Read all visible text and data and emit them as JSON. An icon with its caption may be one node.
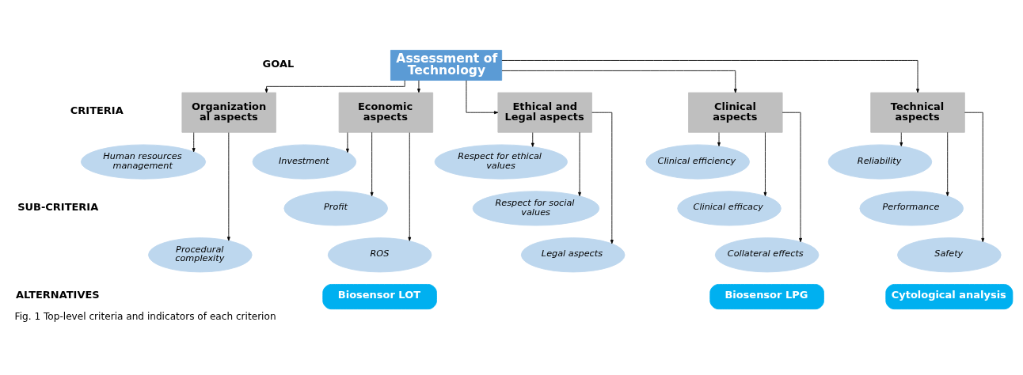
{
  "diagram": {
    "caption": "Fig. 1 Top-level criteria and indicators of each criterion",
    "nodes": [
      {
        "text": [
          "Assessment of Technology"
        ]
      },
      {
        "text": [
          "Technical aspects"
        ]
      },
      {
        "text": [
          "Organization al aspects"
        ]
      },
      {
        "text": [
          "Economic aspects"
        ]
      },
      {
        "text": [
          "Ethical and Legal aspects"
        ]
      },
      {
        "text": [
          "Clinical aspects"
        ]
      },
      {
        "text": [
          "Reliability"
        ]
      },
      {
        "text": [
          "Performance"
        ]
      },
      {
        "text": [
          "Safety"
        ]
      },
      {
        "text": [
          "Human resources management"
        ]
      },
      {
        "text": [
          "Procedural complexity"
        ]
      },
      {
        "text": [
          "Investment"
        ]
      },
      {
        "text": [
          "Profit"
        ]
      },
      {
        "text": [
          "ROS"
        ]
      },
      {
        "text": [
          "Respect for ethical values"
        ]
      },
      {
        "text": [
          "Respect for social values"
        ]
      },
      {
        "text": [
          "Legal aspects"
        ]
      },
      {
        "text": [
          "Clinical efficiency"
        ]
      },
      {
        "text": [
          "Clinical efficacy"
        ]
      },
      {
        "text": [
          "Collateral effects"
        ]
      },
      {
        "text": [
          "Cytological analysis"
        ]
      },
      {
        "text": [
          "Biosensor LOT"
        ]
      },
      {
        "text": [
          "Biosensor LPG"
        ]
      }
    ],
    "edges": [
      {
        "from": 0,
        "to": 1,
        "arrow": "to"
      },
      {
        "from": 0,
        "to": 2,
        "arrow": "to"
      },
      {
        "from": 0,
        "to": 3,
        "arrow": "to"
      },
      {
        "from": 0,
        "to": 4,
        "arrow": "to"
      },
      {
        "from": 0,
        "to": 5,
        "arrow": "to"
      },
      {
        "from": 1,
        "to": 6,
        "arrow": "to"
      },
      {
        "from": 1,
        "to": 7,
        "arrow": "to"
      },
      {
        "from": 1,
        "to": 8,
        "arrow": "to"
      },
      {
        "from": 2,
        "to": 9,
        "arrow": "to"
      },
      {
        "from": 2,
        "to": 10,
        "arrow": "to"
      },
      {
        "from": 3,
        "to": 11,
        "arrow": "to"
      },
      {
        "from": 3,
        "to": 12,
        "arrow": "to"
      },
      {
        "from": 3,
        "to": 13,
        "arrow": "to"
      },
      {
        "from": 4,
        "to": 14,
        "arrow": "to"
      },
      {
        "from": 4,
        "to": 15,
        "arrow": "to"
      },
      {
        "from": 4,
        "to": 16,
        "arrow": "to"
      },
      {
        "from": 5,
        "to": 17,
        "arrow": "to"
      },
      {
        "from": 5,
        "to": 18,
        "arrow": "to"
      },
      {
        "from": 5,
        "to": 19,
        "arrow": "to"
      }
    ],
    "labels": [
      "GOAL",
      "CRITERIA",
      "SUB-CRITERIA",
      "ALTERNATIVES"
    ]
  }
}
